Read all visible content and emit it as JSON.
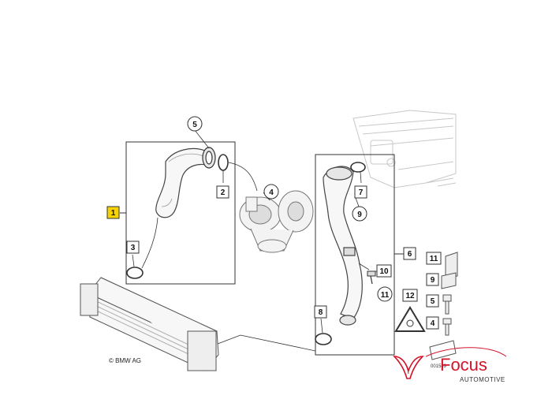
{
  "diagram": {
    "callouts": {
      "c1": "1",
      "c2": "2",
      "c3": "3",
      "c4": "4",
      "c5": "5",
      "c6": "6",
      "c7": "7",
      "c8": "8",
      "c9": "9",
      "c10": "10",
      "c11": "11",
      "c12": "12",
      "r11": "11",
      "r9": "9",
      "r5": "5",
      "r4": "4"
    },
    "copyright": "© BMW AG",
    "drawing_code": "001549"
  },
  "watermark": {
    "brand": "Focus",
    "sub": "AUTOMOTIVE",
    "accent_color": "#d2142a"
  },
  "colors": {
    "callout_1_fill": "#f5d200",
    "line": "#333333"
  }
}
